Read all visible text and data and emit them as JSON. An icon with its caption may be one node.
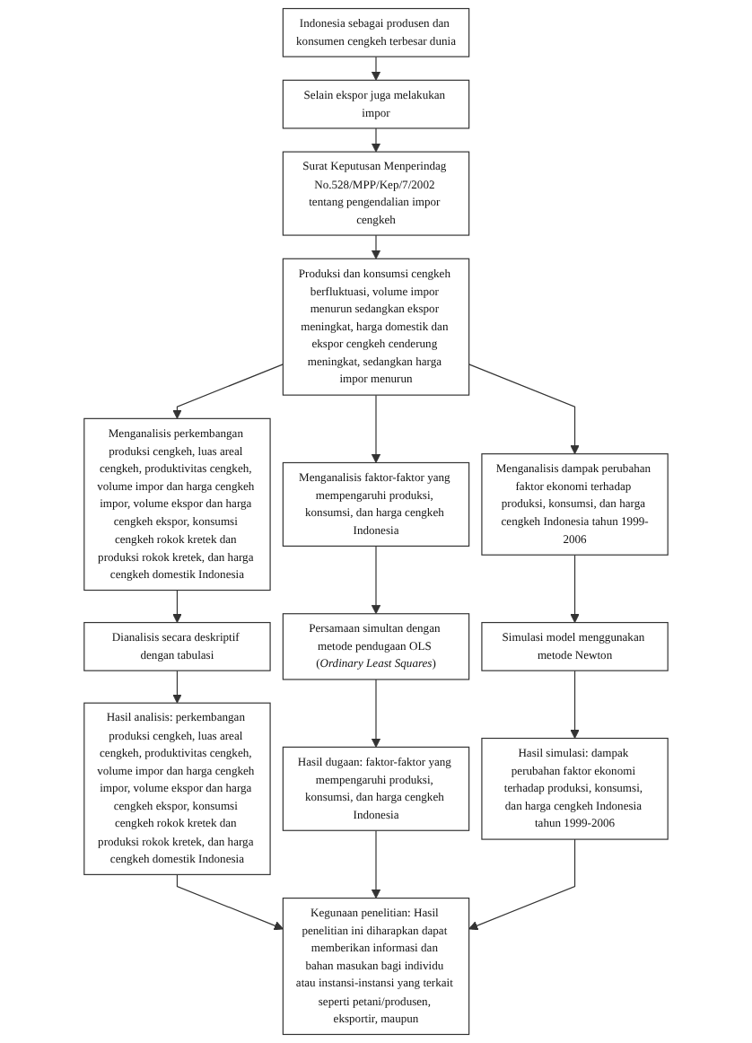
{
  "diagram": {
    "nodes": [
      {
        "text": [
          "Indonesia sebagai produsen dan konsumen cengkeh terbesar dunia"
        ]
      },
      {
        "text": [
          "Selain ekspor juga melakukan impor"
        ]
      },
      {
        "text": [
          "Surat Keputusan Menperindag No.528/MPP/Kep/7/2002 tentang pengendalian impor cengkeh"
        ]
      },
      {
        "text": [
          "Produksi dan konsumsi cengkeh berfluktuasi, volume impor menurun sedangkan ekspor meningkat, harga domestik dan ekspor cengkeh cenderung meningkat, sedangkan harga impor menurun"
        ]
      },
      {
        "text": [
          "Menganalisis perkembangan produksi cengkeh, luas areal cengkeh, produktivitas cengkeh, volume impor dan harga cengkeh impor, volume ekspor dan harga cengkeh ekspor, konsumsi cengkeh rokok kretek dan produksi rokok kretek, dan harga cengkeh domestik Indonesia"
        ]
      },
      {
        "text": [
          "Menganalisis faktor-faktor yang mempengaruhi produksi, konsumsi, dan harga cengkeh Indonesia"
        ]
      },
      {
        "text": [
          "Menganalisis dampak perubahan faktor ekonomi terhadap produksi, konsumsi, dan harga cengkeh Indonesia tahun 1999-2006"
        ]
      },
      {
        "text": [
          "Dianalisis secara deskriptif dengan tabulasi"
        ]
      },
      {
        "text": [
          "Persamaan simultan dengan metode pendugaan OLS (*Ordinary Least Squares*)"
        ]
      },
      {
        "text": [
          "Simulasi model menggunakan metode Newton"
        ]
      },
      {
        "text": [
          "Hasil analisis: perkembangan produksi cengkeh, luas areal cengkeh, produktivitas cengkeh, volume impor dan harga cengkeh impor, volume ekspor dan harga cengkeh ekspor, konsumsi cengkeh rokok kretek dan produksi rokok kretek, dan harga cengkeh domestik Indonesia"
        ]
      },
      {
        "text": [
          "Hasil dugaan: faktor-faktor yang mempengaruhi produksi, konsumsi, dan harga cengkeh Indonesia"
        ]
      },
      {
        "text": [
          "Hasil simulasi: dampak perubahan faktor ekonomi terhadap produksi, konsumsi, dan harga cengkeh Indonesia tahun 1999-2006"
        ]
      },
      {
        "text": [
          "Kegunaan penelitian: Hasil penelitian ini diharapkan dapat memberikan informasi dan bahan masukan bagi individu atau instansi-instansi yang terkait seperti petani/produsen, eksportir, maupun"
        ]
      }
    ],
    "edges": [
      {
        "from": 0,
        "to": 1,
        "arrow": "to"
      },
      {
        "from": 1,
        "to": 2,
        "arrow": "to"
      },
      {
        "from": 2,
        "to": 3,
        "arrow": "to"
      },
      {
        "from": 3,
        "to": 4,
        "arrow": "to"
      },
      {
        "from": 3,
        "to": 5,
        "arrow": "to"
      },
      {
        "from": 3,
        "to": 6,
        "arrow": "to"
      },
      {
        "from": 4,
        "to": 7,
        "arrow": "to"
      },
      {
        "from": 5,
        "to": 8,
        "arrow": "to"
      },
      {
        "from": 6,
        "to": 9,
        "arrow": "to"
      },
      {
        "from": 7,
        "to": 10,
        "arrow": "to"
      },
      {
        "from": 8,
        "to": 11,
        "arrow": "to"
      },
      {
        "from": 9,
        "to": 12,
        "arrow": "to"
      },
      {
        "from": 10,
        "to": 13,
        "arrow": "to"
      },
      {
        "from": 11,
        "to": 13,
        "arrow": "to"
      },
      {
        "from": 12,
        "to": 13,
        "arrow": "to"
      }
    ]
  }
}
